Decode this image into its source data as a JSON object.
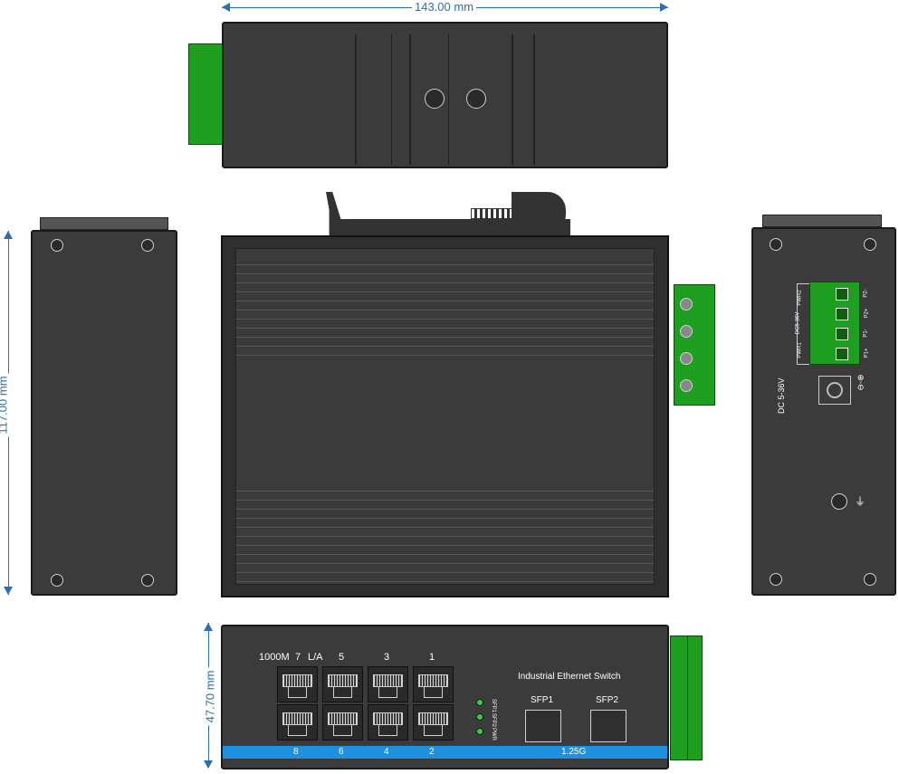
{
  "dimensions": {
    "width_label": "143.00 mm",
    "height_label": "117.00 mm",
    "depth_label": "47.70 mm"
  },
  "front_panel": {
    "port_labels_top": [
      "1000M",
      "7",
      "L/A",
      "5",
      "3",
      "1"
    ],
    "port_labels_bottom": [
      "8",
      "6",
      "4",
      "2"
    ],
    "sfp_band_label": "1.25G",
    "title": "Industrial Ethernet Switch",
    "sfp_labels": [
      "SFP1",
      "SFP2"
    ],
    "led_labels": [
      "SFP1",
      "SFP2",
      "PWR"
    ]
  },
  "right_side": {
    "power_label": "DC 5-36V",
    "terminal_labels": [
      "P2-",
      "P2+",
      "P1-",
      "P1+"
    ],
    "pwr_block_labels": [
      "PWR2",
      "PWR1",
      "DC5-36V"
    ]
  },
  "colors": {
    "body": "#3b3b3b",
    "dimension": "#2a6fb5",
    "terminal_green": "#1f9f1f",
    "sfp_band": "#1e90e0",
    "led_green": "#38d13b"
  }
}
